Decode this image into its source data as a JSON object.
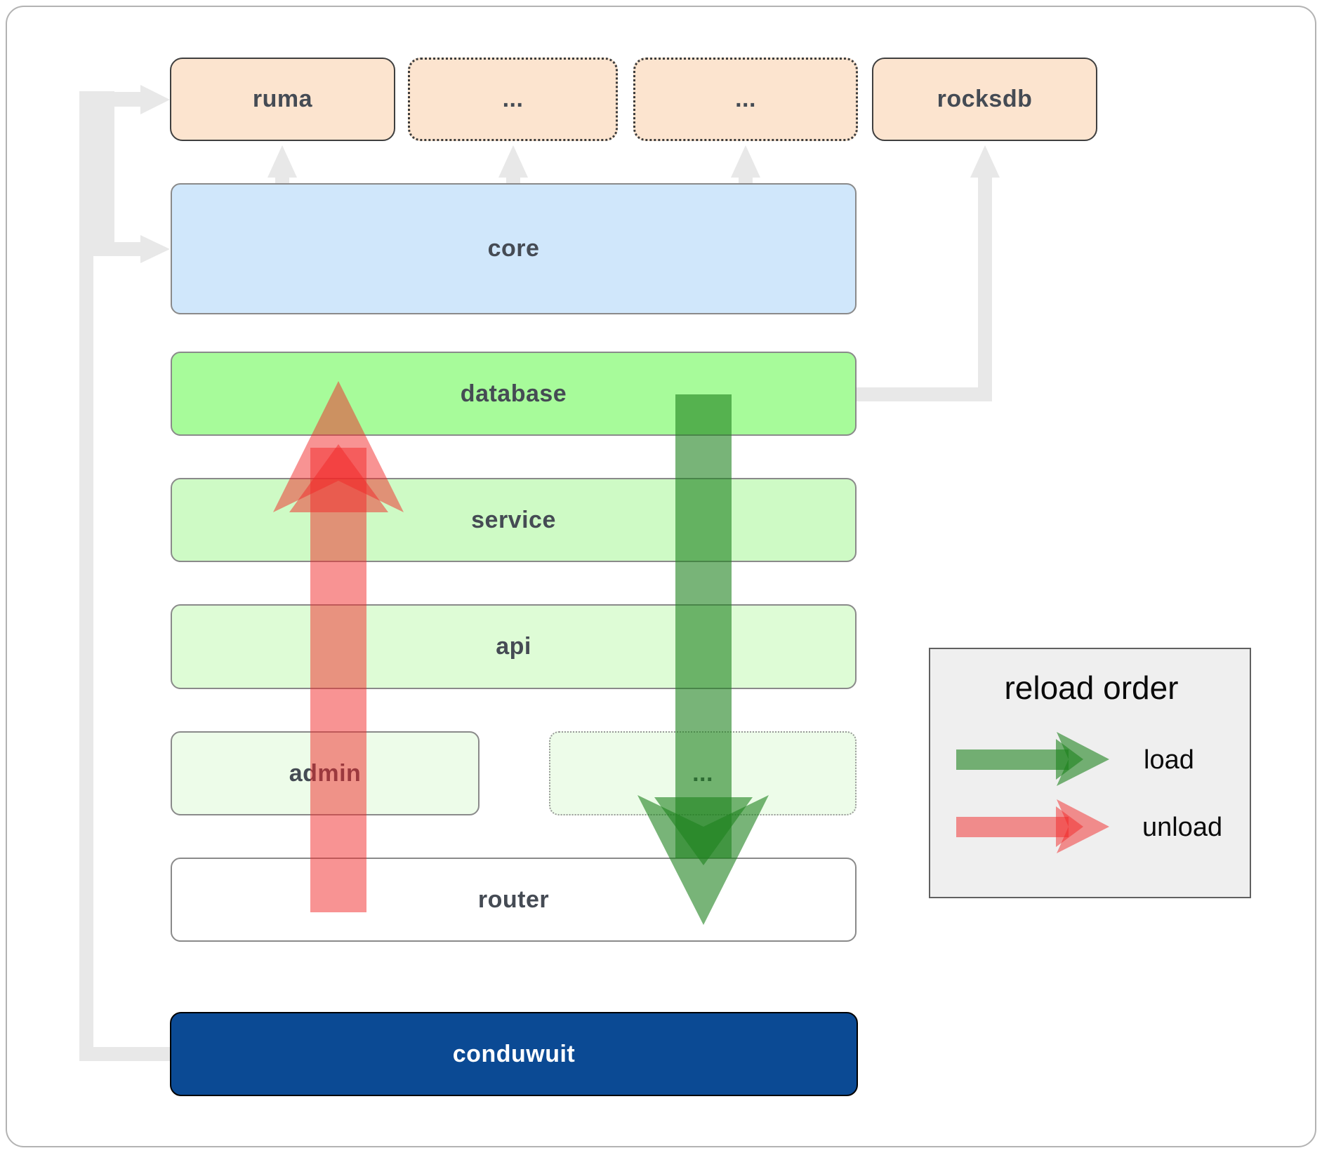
{
  "diagram": {
    "top_row": [
      {
        "label": "ruma",
        "style": "solid"
      },
      {
        "label": "...",
        "style": "dotted"
      },
      {
        "label": "...",
        "style": "dotted"
      },
      {
        "label": "rocksdb",
        "style": "solid"
      }
    ],
    "layers": {
      "core": "core",
      "database": "database",
      "service": "service",
      "api": "api",
      "admin": "admin",
      "admin_ext": "...",
      "router": "router"
    },
    "app_label": "conduwuit"
  },
  "legend": {
    "title": "reload order",
    "load_label": "load",
    "unload_label": "unload"
  },
  "colors": {
    "load_green": "#1e821e",
    "unload_red": "#f22828",
    "connector_gray": "#e8e8e8",
    "peach_fill": "#fce4cf",
    "core_blue": "#d0e7fb",
    "database_green": "#a7fb9a",
    "service_green": "#cefac5",
    "api_green": "#defcd6",
    "admin_green": "#edfce9",
    "router_white": "#ffffff",
    "app_blue": "#0b4a94"
  }
}
